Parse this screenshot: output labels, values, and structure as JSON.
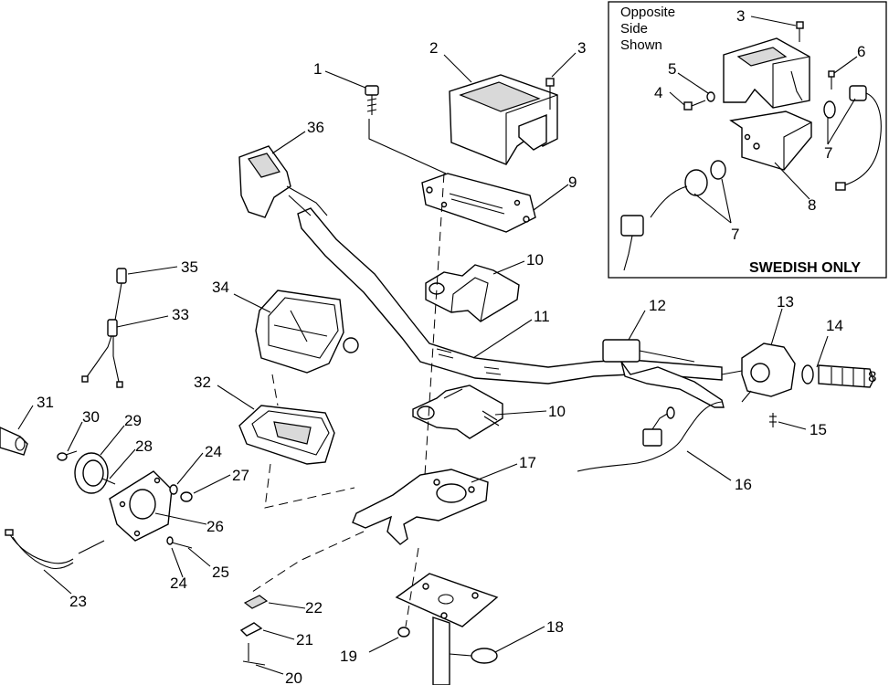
{
  "inset": {
    "note": [
      "Opposite",
      "Side",
      "Shown"
    ],
    "caption": "SWEDISH ONLY"
  },
  "callouts": {
    "c1": "1",
    "c2": "2",
    "c3": "3",
    "c3b": "3",
    "c4": "4",
    "c5": "5",
    "c6": "6",
    "c7a": "7",
    "c7b": "7",
    "c8": "8",
    "c8b": "8",
    "c9": "9",
    "c10a": "10",
    "c10b": "10",
    "c11": "11",
    "c12": "12",
    "c13": "13",
    "c14": "14",
    "c15": "15",
    "c16": "16",
    "c17": "17",
    "c18": "18",
    "c19": "19",
    "c20": "20",
    "c21": "21",
    "c22": "22",
    "c23": "23",
    "c24a": "24",
    "c24b": "24",
    "c25": "25",
    "c26": "26",
    "c27": "27",
    "c28": "28",
    "c29": "29",
    "c30": "30",
    "c31": "31",
    "c32": "32",
    "c33": "33",
    "c34": "34",
    "c35": "35",
    "c36": "36"
  }
}
